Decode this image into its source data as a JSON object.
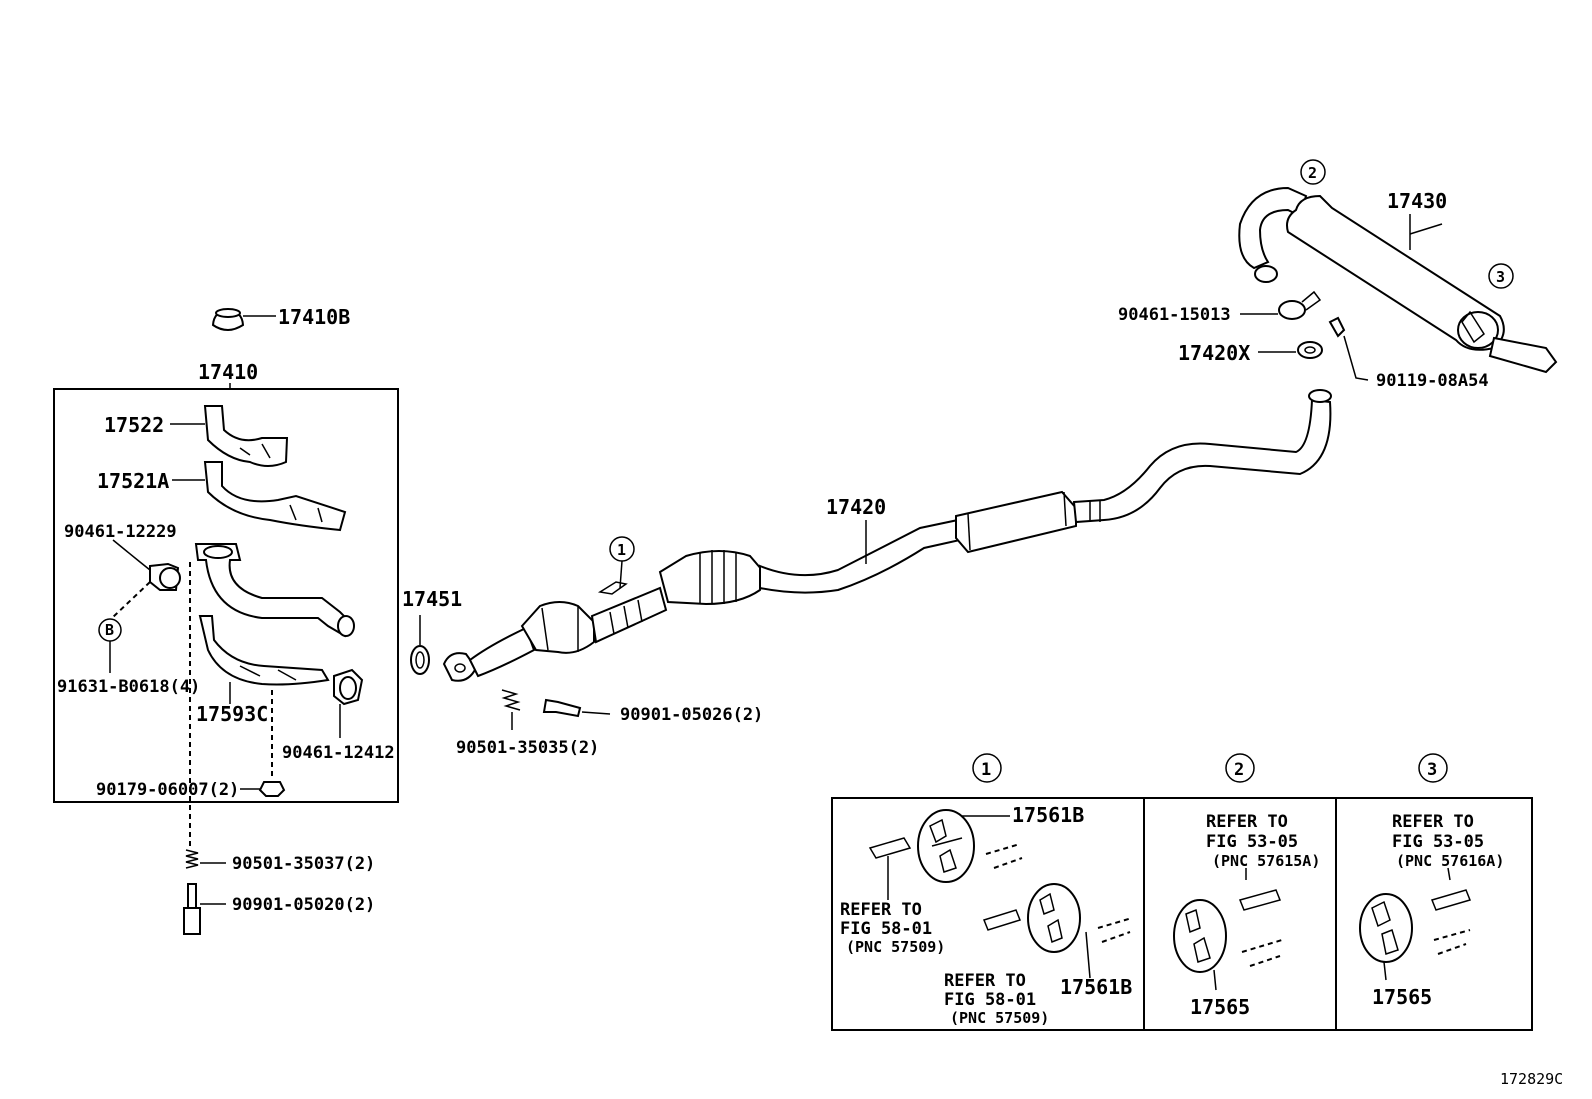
{
  "diagram_id": "172829C",
  "callouts": {
    "c1": "1",
    "c2": "2",
    "c3": "3",
    "callout_b": "B"
  },
  "parts": {
    "p17410b": "17410B",
    "p17410": "17410",
    "p17522": "17522",
    "p17521a": "17521A",
    "p90461_12229": "90461-12229",
    "p91631": "91631-B0618(4)",
    "p17593c": "17593C",
    "p90461_12412": "90461-12412",
    "p90179": "90179-06007(2)",
    "p90501_35037": "90501-35037(2)",
    "p90901_05020": "90901-05020(2)",
    "p17451": "17451",
    "p90501_35035": "90501-35035(2)",
    "p90901_05026": "90901-05026(2)",
    "p17420": "17420",
    "p17430": "17430",
    "p90461_15013": "90461-15013",
    "p17420x": "17420X",
    "p90119": "90119-08A54"
  },
  "detail1": {
    "hanger_top": "17561B",
    "hanger_bottom": "17561B",
    "ref_a": [
      "REFER TO",
      "FIG 58-01",
      "(PNC 57509)"
    ],
    "ref_b": [
      "REFER TO",
      "FIG 58-01",
      "(PNC 57509)"
    ]
  },
  "detail2": {
    "ref": [
      "REFER TO",
      "FIG 53-05",
      "(PNC 57615A)"
    ],
    "hanger": "17565"
  },
  "detail3": {
    "ref": [
      "REFER TO",
      "FIG 53-05",
      "(PNC 57616A)"
    ],
    "hanger": "17565"
  }
}
